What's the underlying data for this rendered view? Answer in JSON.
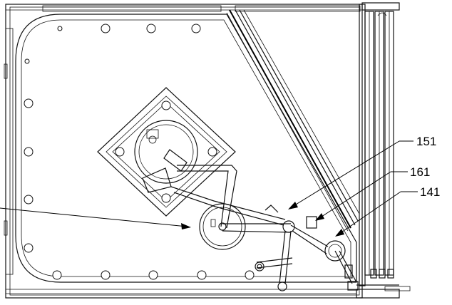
{
  "labels": {
    "ref_151": "151",
    "ref_161": "161",
    "ref_141": "141"
  },
  "colors": {
    "line": "#111111",
    "background": "#ffffff"
  }
}
